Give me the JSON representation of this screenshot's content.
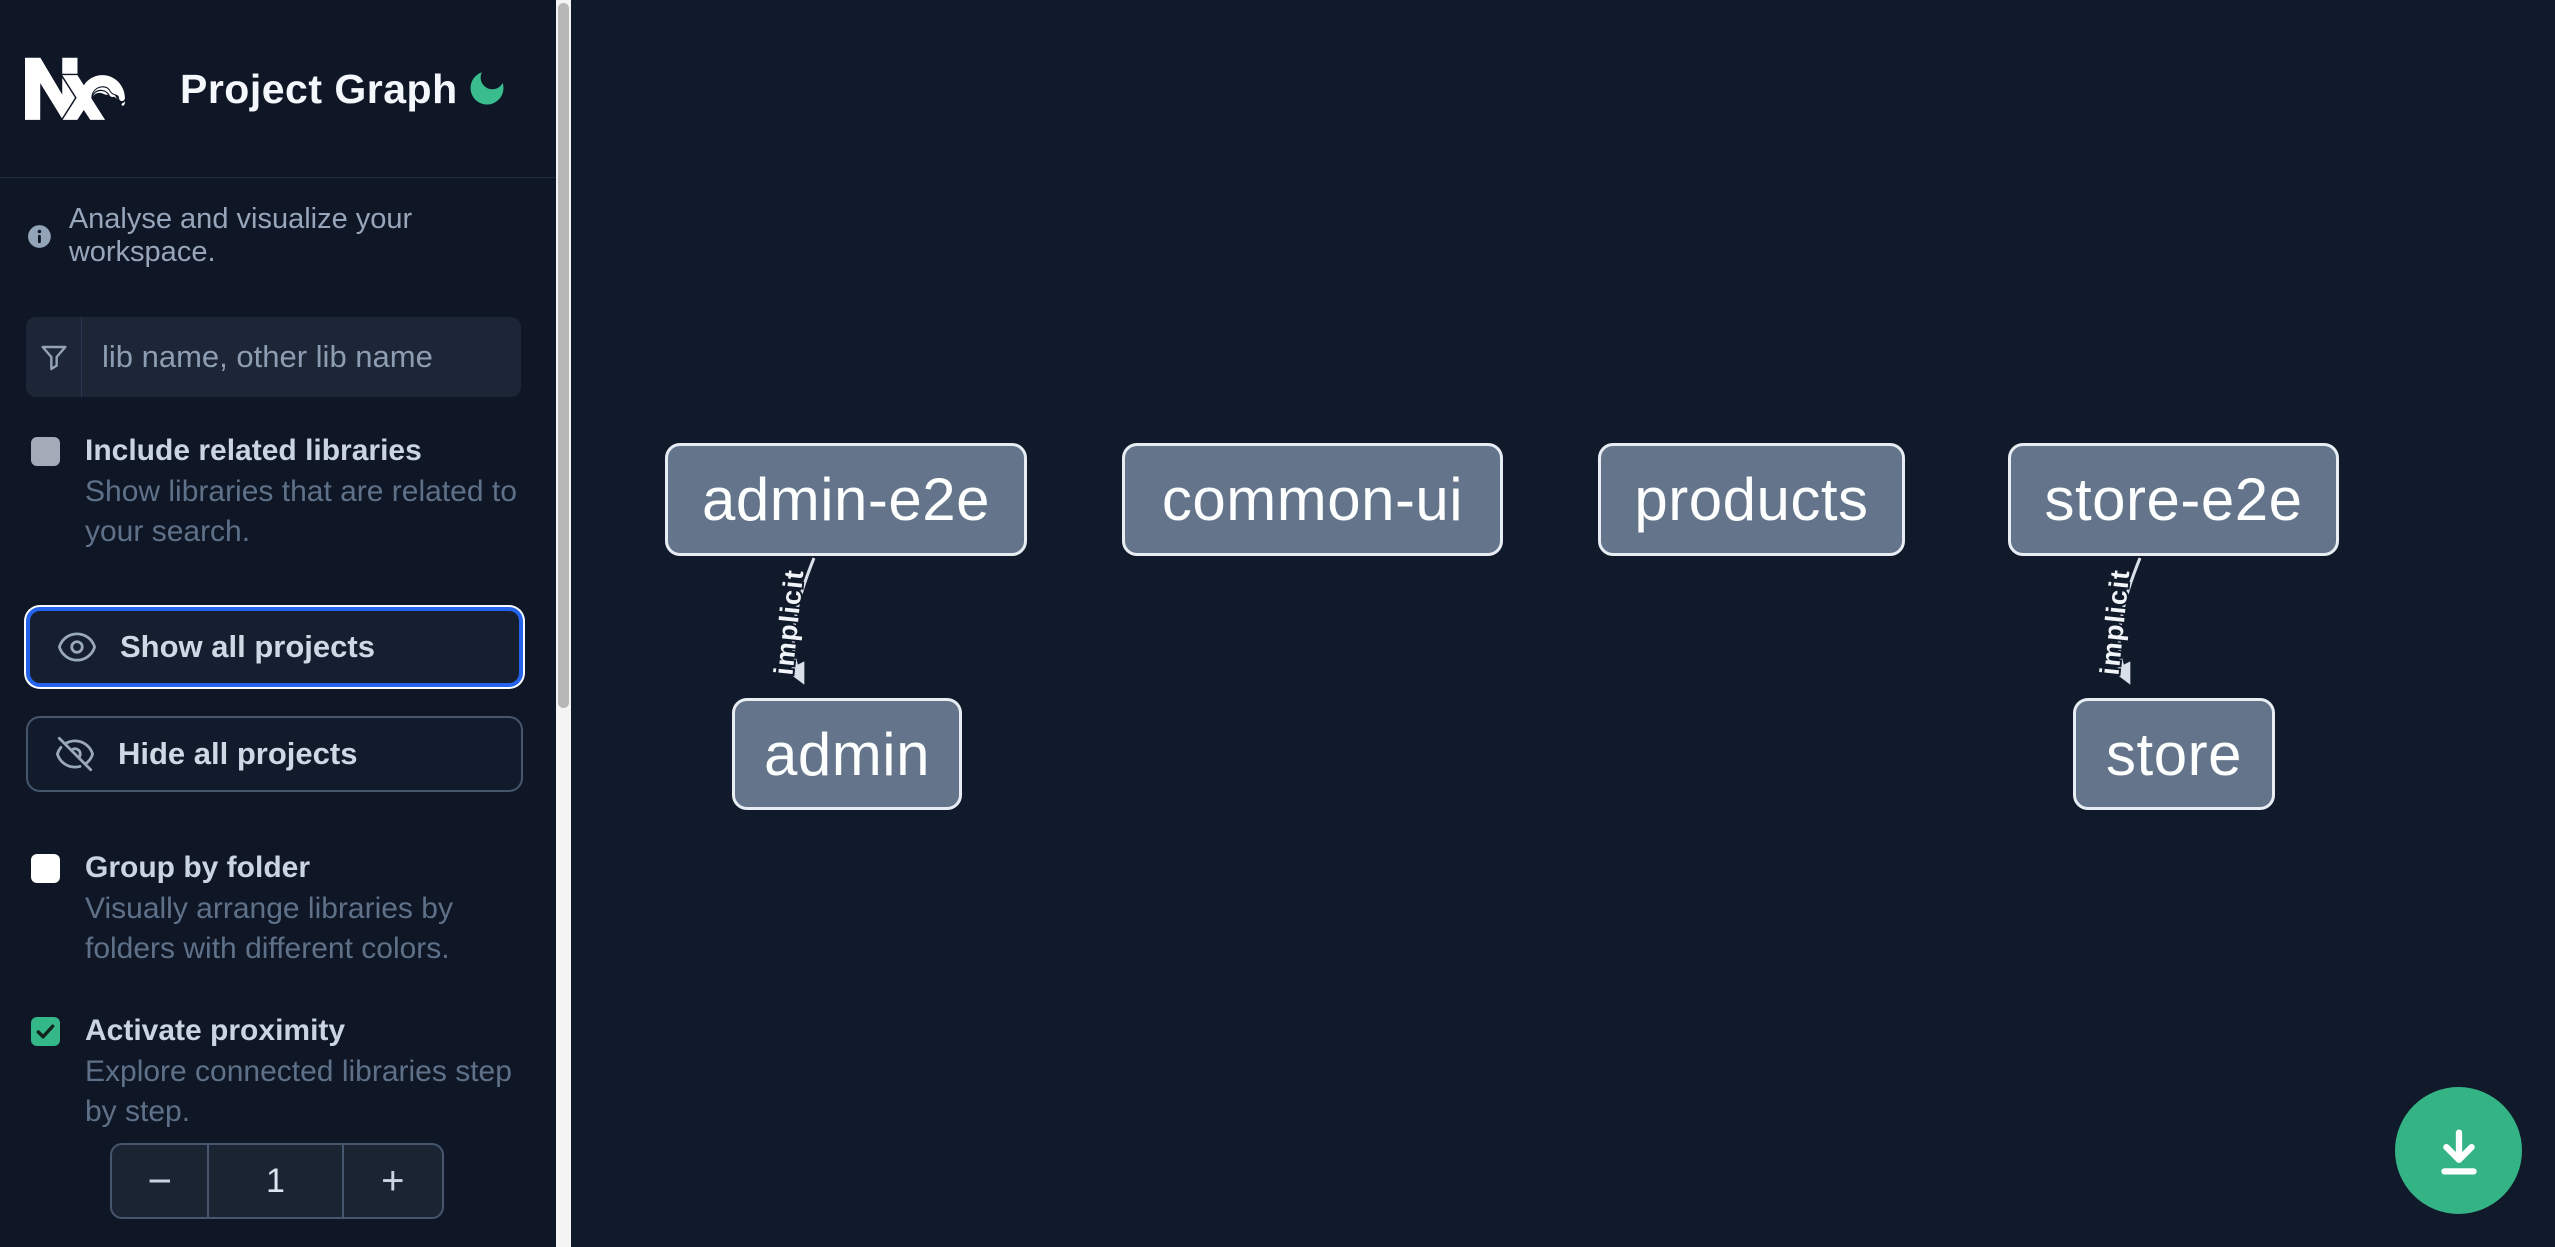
{
  "header": {
    "title": "Project Graph",
    "logo": "nx-logo",
    "theme_toggle_icon": "moon-icon",
    "accent_green": "#35b888"
  },
  "sidebar": {
    "description": "Analyse and visualize your workspace.",
    "search": {
      "placeholder": "lib name, other lib name",
      "value": "",
      "icon": "filter-funnel-icon"
    },
    "options": [
      {
        "label": "Include related libraries",
        "description": "Show libraries that are related to your search.",
        "checked": false,
        "enabled": false
      },
      {
        "label": "Group by folder",
        "description": "Visually arrange libraries by folders with different colors.",
        "checked": false,
        "enabled": true
      },
      {
        "label": "Activate proximity",
        "description": "Explore connected libraries step by step.",
        "checked": true,
        "enabled": true
      }
    ],
    "buttons": [
      {
        "label": "Show all projects",
        "icon": "eye-icon",
        "focused": true,
        "focus_color": "#2563eb"
      },
      {
        "label": "Hide all projects",
        "icon": "eye-off-icon",
        "focused": false
      }
    ],
    "proximity_stepper": {
      "decrement_label": "−",
      "value": "1",
      "increment_label": "+"
    }
  },
  "canvas": {
    "nodes": [
      {
        "label": "admin-e2e"
      },
      {
        "label": "common-ui"
      },
      {
        "label": "products"
      },
      {
        "label": "store-e2e"
      },
      {
        "label": "admin"
      },
      {
        "label": "store"
      }
    ],
    "edges": [
      {
        "from": "admin-e2e",
        "to": "admin",
        "label": "implicit"
      },
      {
        "from": "store-e2e",
        "to": "store",
        "label": "implicit"
      }
    ],
    "node_fill": "#64748b",
    "node_border": "#e8edf4",
    "edge_color": "#d9e0ea",
    "download_button_icon": "download-icon",
    "download_button_color": "#34b485"
  }
}
